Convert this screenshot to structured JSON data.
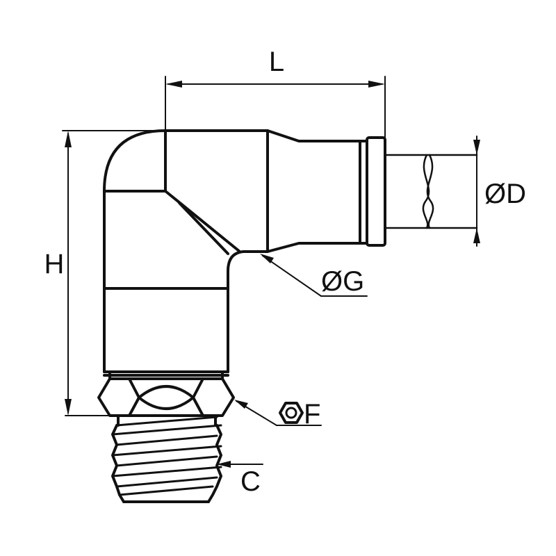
{
  "diagram": {
    "stroke_color": "#111111",
    "background": "#ffffff",
    "dimensions": {
      "length": "L",
      "height": "H",
      "tube_diameter": "ØD",
      "inner_diameter": "ØG",
      "hex_size": "F",
      "thread": "C"
    },
    "icons": [
      "hexagon-icon"
    ]
  }
}
